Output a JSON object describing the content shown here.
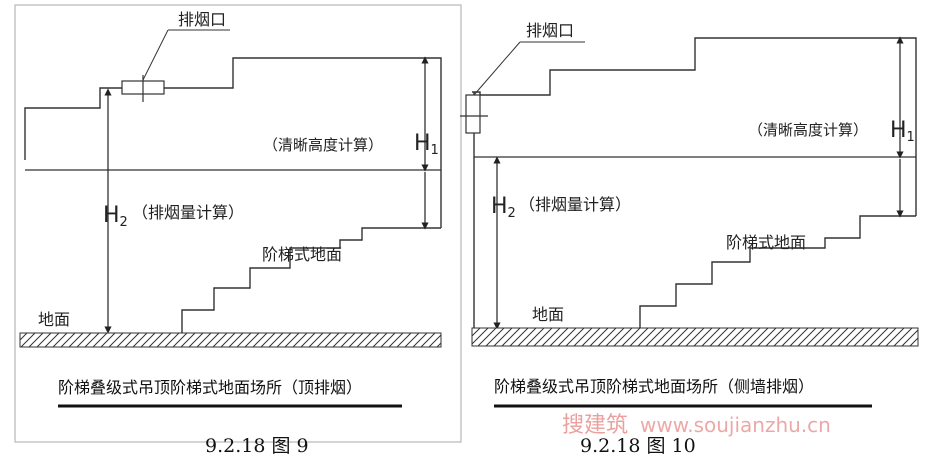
{
  "left": {
    "vent_label": "排烟口",
    "clear_height_label": "（清晰高度计算）",
    "h1": "H",
    "h1_sub": "1",
    "h2": "H",
    "h2_sub": "2",
    "smoke_calc_label": "（排烟量计算）",
    "stair_floor_label": "阶梯式地面",
    "ground_label": "地面",
    "caption": "阶梯叠级式吊顶阶梯式地面场所（顶排烟）",
    "figure_number": "9.2.18 图 9"
  },
  "right": {
    "vent_label": "排烟口",
    "clear_height_label": "（清晰高度计算）",
    "h1": "H",
    "h1_sub": "1",
    "h2": "H",
    "h2_sub": "2",
    "smoke_calc_label": "（排烟量计算）",
    "stair_floor_label": "阶梯式地面",
    "ground_label": "地面",
    "caption": "阶梯叠级式吊顶阶梯式地面场所（侧墙排烟）",
    "figure_number": "9.2.18 图 10"
  },
  "watermark": {
    "cn": "搜建筑",
    "url": "www.soujianzhu.cn"
  }
}
